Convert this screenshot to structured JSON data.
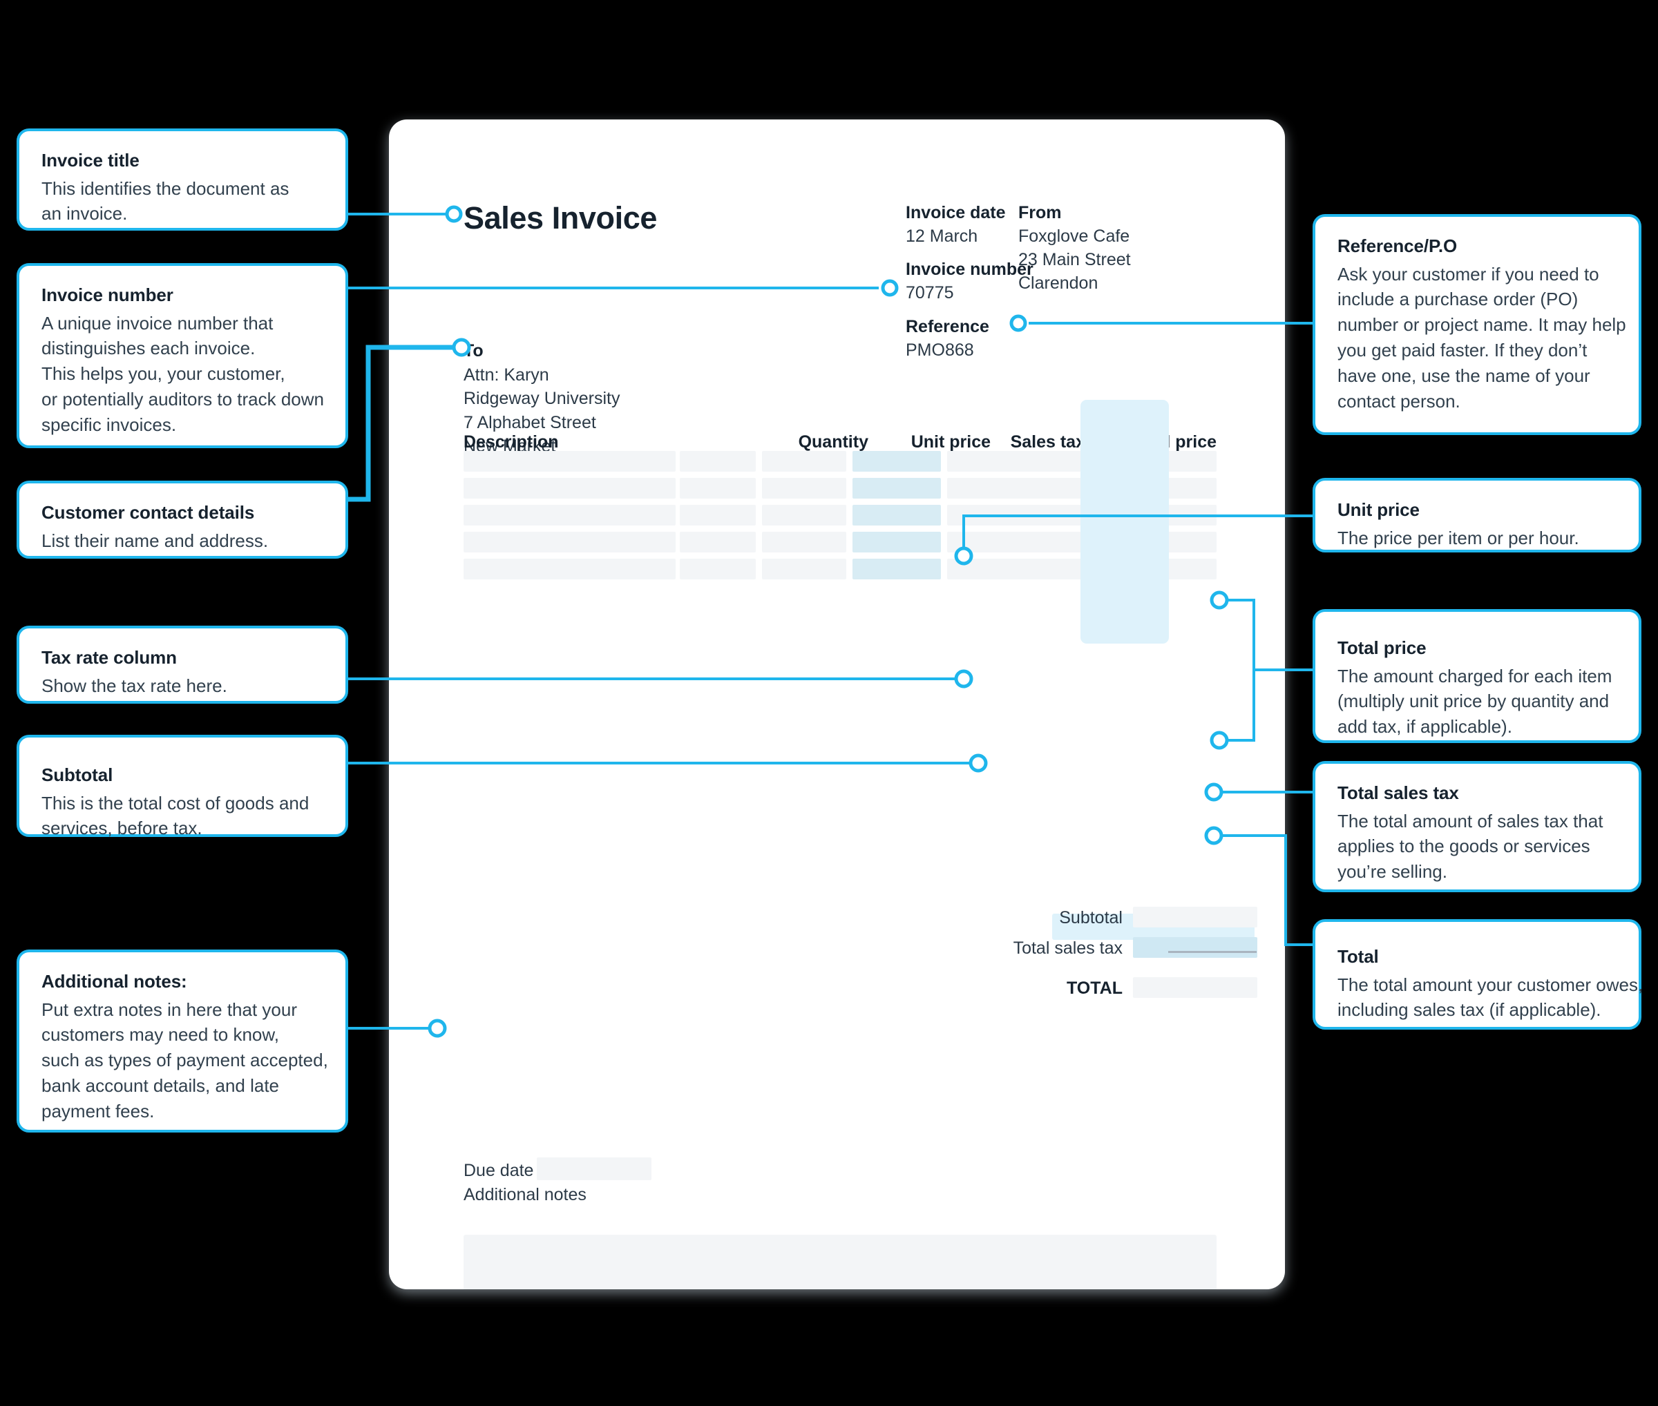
{
  "accent": "#1FB6EC",
  "ink": "#16222e",
  "document": {
    "title": "Sales Invoice",
    "meta": {
      "invoice_date_label": "Invoice date",
      "invoice_date_value": "12 March",
      "invoice_number_label": "Invoice number",
      "invoice_number_value": "70775",
      "reference_label": "Reference",
      "reference_value": "PMO868",
      "from_label": "From",
      "from_lines": [
        "Foxglove Cafe",
        "23 Main Street",
        "Clarendon"
      ]
    },
    "to": {
      "label": "To",
      "lines": [
        "Attn: Karyn",
        "Ridgeway University",
        "7 Alphabet Street",
        "New Market"
      ]
    },
    "table": {
      "columns": [
        "Description",
        "Quantity",
        "Unit price",
        "Sales tax",
        "Total price"
      ],
      "row_count": 5
    },
    "totals": [
      {
        "label": "Subtotal",
        "value": ""
      },
      {
        "label": "Total sales tax",
        "value": ""
      },
      {
        "label": "TOTAL",
        "value": ""
      }
    ],
    "footer": {
      "due_date_label": "Due date",
      "due_date_value": "",
      "additional_notes_label": "Additional notes",
      "additional_notes_value": ""
    }
  },
  "callouts": {
    "invoice_title": {
      "title": "Invoice title",
      "body": [
        "This identifies the document as",
        "an invoice."
      ]
    },
    "invoice_number": {
      "title": "Invoice number",
      "body": [
        "A unique invoice number that",
        "distinguishes each invoice.",
        "This helps you, your customer,",
        "or potentially auditors to track down",
        "specific invoices."
      ]
    },
    "customer_contact": {
      "title": "Customer contact details",
      "body": [
        "List their name and address."
      ]
    },
    "tax_rate_column": {
      "title": "Tax rate column",
      "body": [
        "Show the tax rate here."
      ]
    },
    "subtotal": {
      "title": "Subtotal",
      "body": [
        "This is the total cost of goods and",
        "services, before tax."
      ]
    },
    "additional_notes": {
      "title": "Additional notes:",
      "body": [
        "Put extra notes in here that your",
        "customers may need to know,",
        "such as types of payment accepted,",
        "bank account details, and late",
        "payment fees."
      ]
    },
    "reference_po": {
      "title": "Reference/P.O",
      "body": [
        "Ask your customer if you need to",
        "include a purchase order (PO)",
        "number or project name. It may help",
        "you get paid faster. If they don’t",
        "have one, use the name of your",
        "contact person."
      ]
    },
    "unit_price": {
      "title": "Unit price",
      "body": [
        "The price per item or per hour."
      ]
    },
    "total_price": {
      "title": "Total price",
      "body": [
        "The amount charged for each item",
        "(multiply unit price by quantity and",
        "add tax, if applicable)."
      ]
    },
    "total_sales_tax": {
      "title": "Total sales tax",
      "body": [
        "The total amount of sales tax that",
        "applies to the goods or services",
        "you’re selling."
      ]
    },
    "total": {
      "title": "Total",
      "body": [
        "The total amount your customer owes,",
        "including sales tax (if applicable)."
      ]
    }
  }
}
